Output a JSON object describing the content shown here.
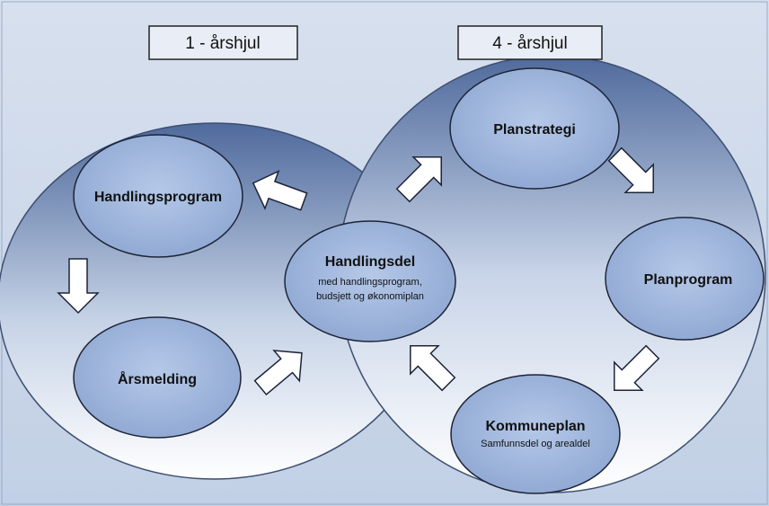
{
  "titles": {
    "left": "1 - årshjul",
    "right": "4 - årshjul"
  },
  "nodes": {
    "handlingsprogram": {
      "title": "Handlingsprogram"
    },
    "arsmelding": {
      "title": "Årsmelding"
    },
    "handlingsdel": {
      "title": "Handlingsdel",
      "line1": "med handlingsprogram,",
      "line2": "budsjett og økonomiplan"
    },
    "planstrategi": {
      "title": "Planstrategi"
    },
    "planprogram": {
      "title": "Planprogram"
    },
    "kommuneplan": {
      "title": "Kommuneplan",
      "subtitle": "Samfunnsdel og arealdel"
    }
  },
  "colors": {
    "background": "#c9d6e8",
    "ring_dark": "#5d78a8",
    "ring_light": "#f3f6fb",
    "node_fill": "#9fb5dc",
    "arrow_fill": "#ffffff"
  }
}
